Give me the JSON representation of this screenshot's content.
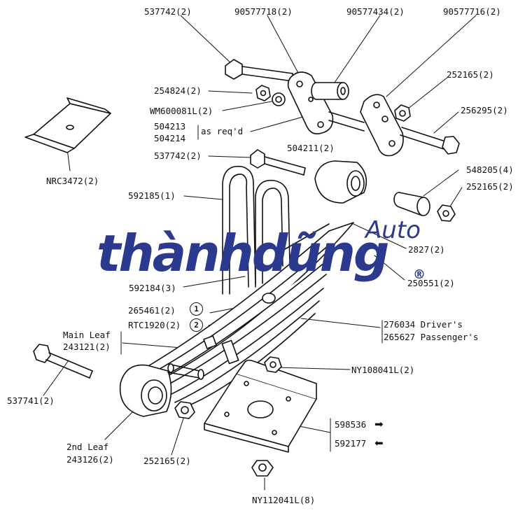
{
  "labels": {
    "top_bolt": "537742(2)",
    "bracket_left": "90577718(2)",
    "bush_center": "90577434(2)",
    "bracket_right": "90577716(2)",
    "nut_right_top": "252165(2)",
    "washer_left": "254824(2)",
    "nut_left_top": "WM600081L(2)",
    "bolt_right_top": "256295(2)",
    "shim_a": "504213",
    "shim_b": "504214",
    "as_req": "as req'd",
    "spacer": "504211(2)",
    "bolt_mid": "537742(2)",
    "pad": "NRC3472(2)",
    "bush_right": "548205(4)",
    "nut_right_mid": "252165(2)",
    "ubolt_big": "592185(1)",
    "shackle": "2827(2)",
    "pin": "250551(2)",
    "ubolt_small": "592184(3)",
    "clamp": "265461(2)",
    "rtc": "RTC1920(2)",
    "marker_1": "1",
    "marker_2": "2",
    "spring_driver": "276034 Driver's",
    "spring_pass": "265627 Passenger's",
    "main_leaf": "Main Leaf",
    "main_leaf_pn": "243121(2)",
    "nut_mid": "NY108041L(2)",
    "bolt_left": "537741(2)",
    "plate_a": "598536",
    "plate_b": "592177",
    "second_leaf": "2nd Leaf",
    "second_leaf_pn": "243126(2)",
    "nut_bottom": "252165(2)",
    "nut_plate": "NY112041L(8)"
  },
  "watermark": {
    "brand_main": "thànhdũng",
    "brand_sub": "Auto",
    "reg": "®",
    "color_blue": "#2b3a8f",
    "color_grey": "#9a9a9a"
  }
}
